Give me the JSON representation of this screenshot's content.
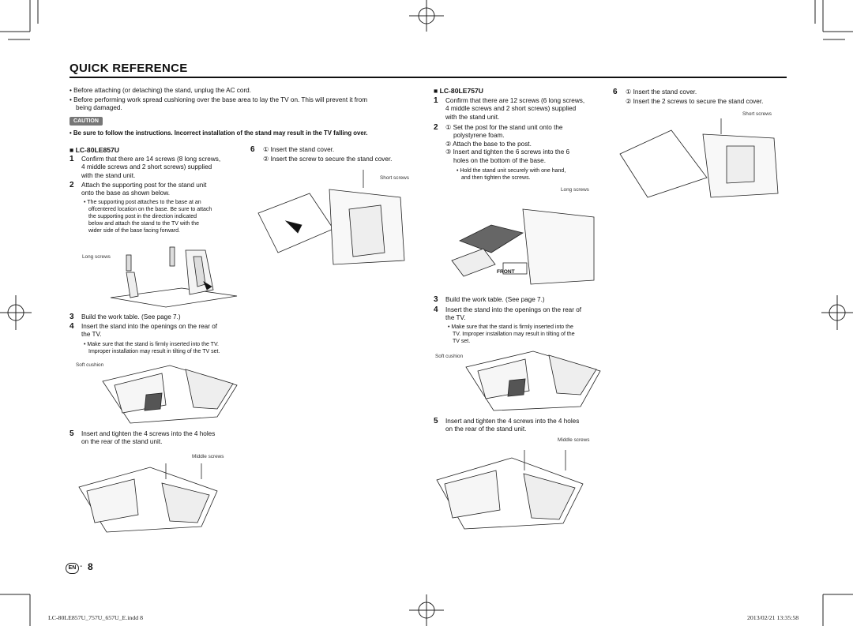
{
  "title": "QUICK REFERENCE",
  "intro": [
    "Before attaching (or detaching) the stand, unplug the AC cord.",
    "Before performing work spread cushioning over the base area to lay the TV on. This will prevent it from",
    "being damaged."
  ],
  "caution": {
    "badge": "CAUTION",
    "text": "Be sure to follow the instructions. Incorrect installation of the stand may result in the TV falling over."
  },
  "left_model": {
    "header": "LC-80LE857U",
    "step1_num": "1",
    "step1": [
      "Confirm that there are 14 screws (8 long screws,",
      "4 middle screws and 2 short screws) supplied",
      "with the stand unit."
    ],
    "step2_num": "2",
    "step2": [
      "Attach the supporting post for the stand unit",
      "onto the base as shown below."
    ],
    "step2_notes": [
      "The supporting post attaches to the base at an",
      "offcentered location on the base. Be sure to attach",
      "the supporting post in the direction indicated",
      "below and attach the stand to the TV with the",
      "wider side of the base facing forward."
    ],
    "long_screws": "Long screws",
    "step3_num": "3",
    "step3": "Build the work table. (See page 7.)",
    "step4_num": "4",
    "step4": [
      "Insert the stand into the openings on the rear of",
      "the TV."
    ],
    "step4_notes": [
      "Make sure that the stand is firmly inserted into the TV.",
      "Improper installation may result in tilting of the TV set."
    ],
    "soft_cushion": "Soft cushion",
    "step5_num": "5",
    "step5": [
      "Insert and tighten the 4 screws into the 4 holes",
      "on the rear of the stand unit."
    ],
    "middle_screws": "Middle screws",
    "step6_num": "6",
    "step6a": "Insert the stand cover.",
    "step6b": "Insert the screw to secure the stand cover.",
    "short_screws": "Short screws"
  },
  "right_model": {
    "header": "LC-80LE757U",
    "step1_num": "1",
    "step1": [
      "Confirm that there are 12 screws (6 long screws,",
      "4 middle screws and 2 short screws) supplied",
      "with the stand unit."
    ],
    "step2_num": "2",
    "step2a": [
      "Set the post for the stand unit onto the",
      "polystyrene foam."
    ],
    "step2b": "Attach the base to the post.",
    "step2c": [
      "Insert and tighten the 6 screws into the 6",
      "holes on the bottom of the base."
    ],
    "step2_notes": [
      "Hold the stand unit securely with one hand,",
      "and then tighten the screws."
    ],
    "long_screws": "Long screws",
    "front": "FRONT",
    "step3_num": "3",
    "step3": "Build the work table. (See page 7.)",
    "step4_num": "4",
    "step4": [
      "Insert the stand into the openings on the rear of",
      "the TV."
    ],
    "step4_notes": [
      "Make sure that the stand is firmly inserted into the",
      "TV. Improper installation may result in tilting of the",
      "TV set."
    ],
    "soft_cushion": "Soft cushion",
    "step5_num": "5",
    "step5": [
      "Insert and tighten the 4 screws into the 4 holes",
      "on the rear of the stand unit."
    ],
    "middle_screws": "Middle screws",
    "step6_num": "6",
    "step6a": "Insert the stand cover.",
    "step6b": "Insert the 2 screws to secure the stand cover.",
    "short_screws": "Short screws"
  },
  "circled": {
    "one": "1",
    "two": "2",
    "three": "3"
  },
  "page": {
    "lang": "EN",
    "dash": "-",
    "number": "8"
  },
  "footer": {
    "file": "LC-80LE857U_757U_657U_E.indd   8",
    "timestamp": "2013/02/21   13:35:58"
  }
}
